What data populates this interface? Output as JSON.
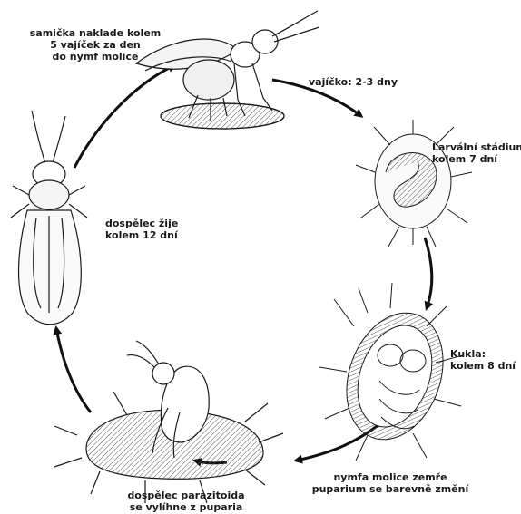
{
  "stages": {
    "egg_laying": {
      "lines": [
        "samička naklade kolem",
        "5 vajíček za den",
        "do nymf molice"
      ]
    },
    "egg": {
      "lines": [
        "vajíčko: 2-3 dny"
      ]
    },
    "larva": {
      "lines": [
        "Larvální stádium:",
        "kolem 7 dní"
      ]
    },
    "pupa": {
      "lines": [
        "Kukla:",
        "kolem 8 dní"
      ]
    },
    "puparium": {
      "lines": [
        "nymfa molice zemře",
        "puparium se barevně změní"
      ]
    },
    "emergence": {
      "lines": [
        "dospělec parazitoida",
        "se vylíhne z puparia"
      ]
    },
    "adult": {
      "lines": [
        "dospělec žije",
        "kolem 12 dní"
      ]
    }
  },
  "colors": {
    "ink": "#1a1a1a",
    "arrow": "#111111",
    "shade": "#d9d9d9",
    "background": "#ffffff"
  }
}
